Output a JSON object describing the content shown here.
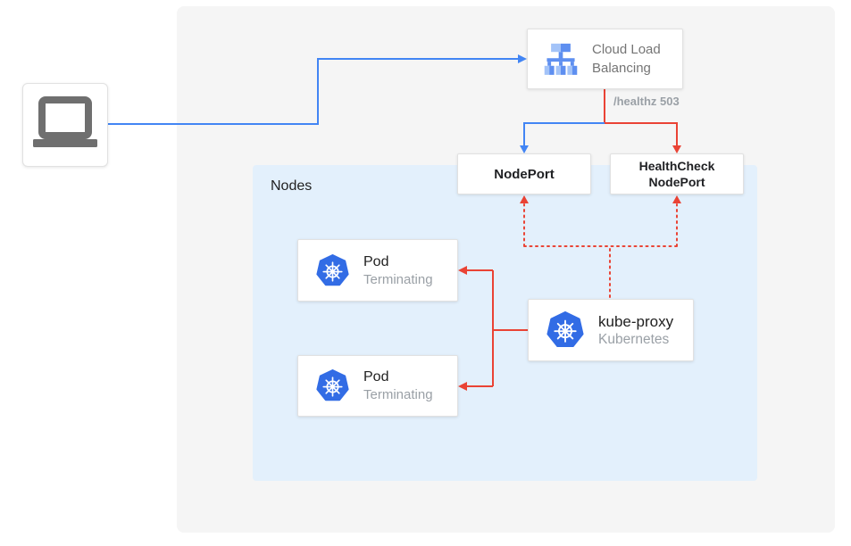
{
  "colors": {
    "blue": "#4285f4",
    "red": "#ea4335",
    "k8s_blue": "#326ce5",
    "canvas_bg": "#f5f5f5",
    "nodes_bg": "#e3f0fc",
    "gray_text": "#757575",
    "subtle_text": "#9aa0a6",
    "dark_text": "#212121",
    "laptop_gray": "#6f6f6f",
    "clb_icon_light": "#a3c3f8",
    "clb_icon_mid": "#5e8ff0"
  },
  "nodes_container": {
    "label": "Nodes"
  },
  "cloud_load_balancing": {
    "title": "Cloud Load Balancing"
  },
  "health_check": {
    "status_label": "/healthz 503"
  },
  "nodeport": {
    "label": "NodePort"
  },
  "healthcheck_nodeport": {
    "label": "HealthCheck NodePort"
  },
  "pods": [
    {
      "title": "Pod",
      "status": "Terminating"
    },
    {
      "title": "Pod",
      "status": "Terminating"
    }
  ],
  "kube_proxy": {
    "title": "kube-proxy",
    "subtitle": "Kubernetes"
  }
}
